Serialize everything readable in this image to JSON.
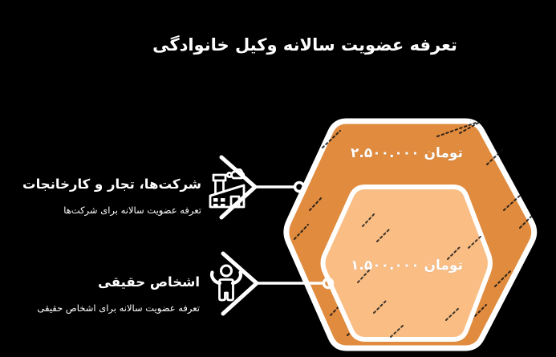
{
  "title": "تعرفه عضویت سالانه وکیل خانوادگی",
  "colors": {
    "background": "#000000",
    "outer_hexagon": "#E08B3E",
    "inner_hexagon": "#FABE85",
    "stroke": "#FFFFFF",
    "text": "#FFFFFF"
  },
  "tiers": [
    {
      "name": "شرکت‌ها، تجار و کارخانجات",
      "description": "تعرفه عضویت سالانه برای شرکت‌ها",
      "price": "تومان ۲.۵۰۰.۰۰۰",
      "price_value_toman": 2500000,
      "icon": "factory-icon"
    },
    {
      "name": "اشخاص حقیقی",
      "description": "تعرفه عضویت سالانه برای اشخاص حقیقی",
      "price": "تومان ۱.۵۰۰.۰۰۰",
      "price_value_toman": 1500000,
      "icon": "person-icon"
    }
  ]
}
